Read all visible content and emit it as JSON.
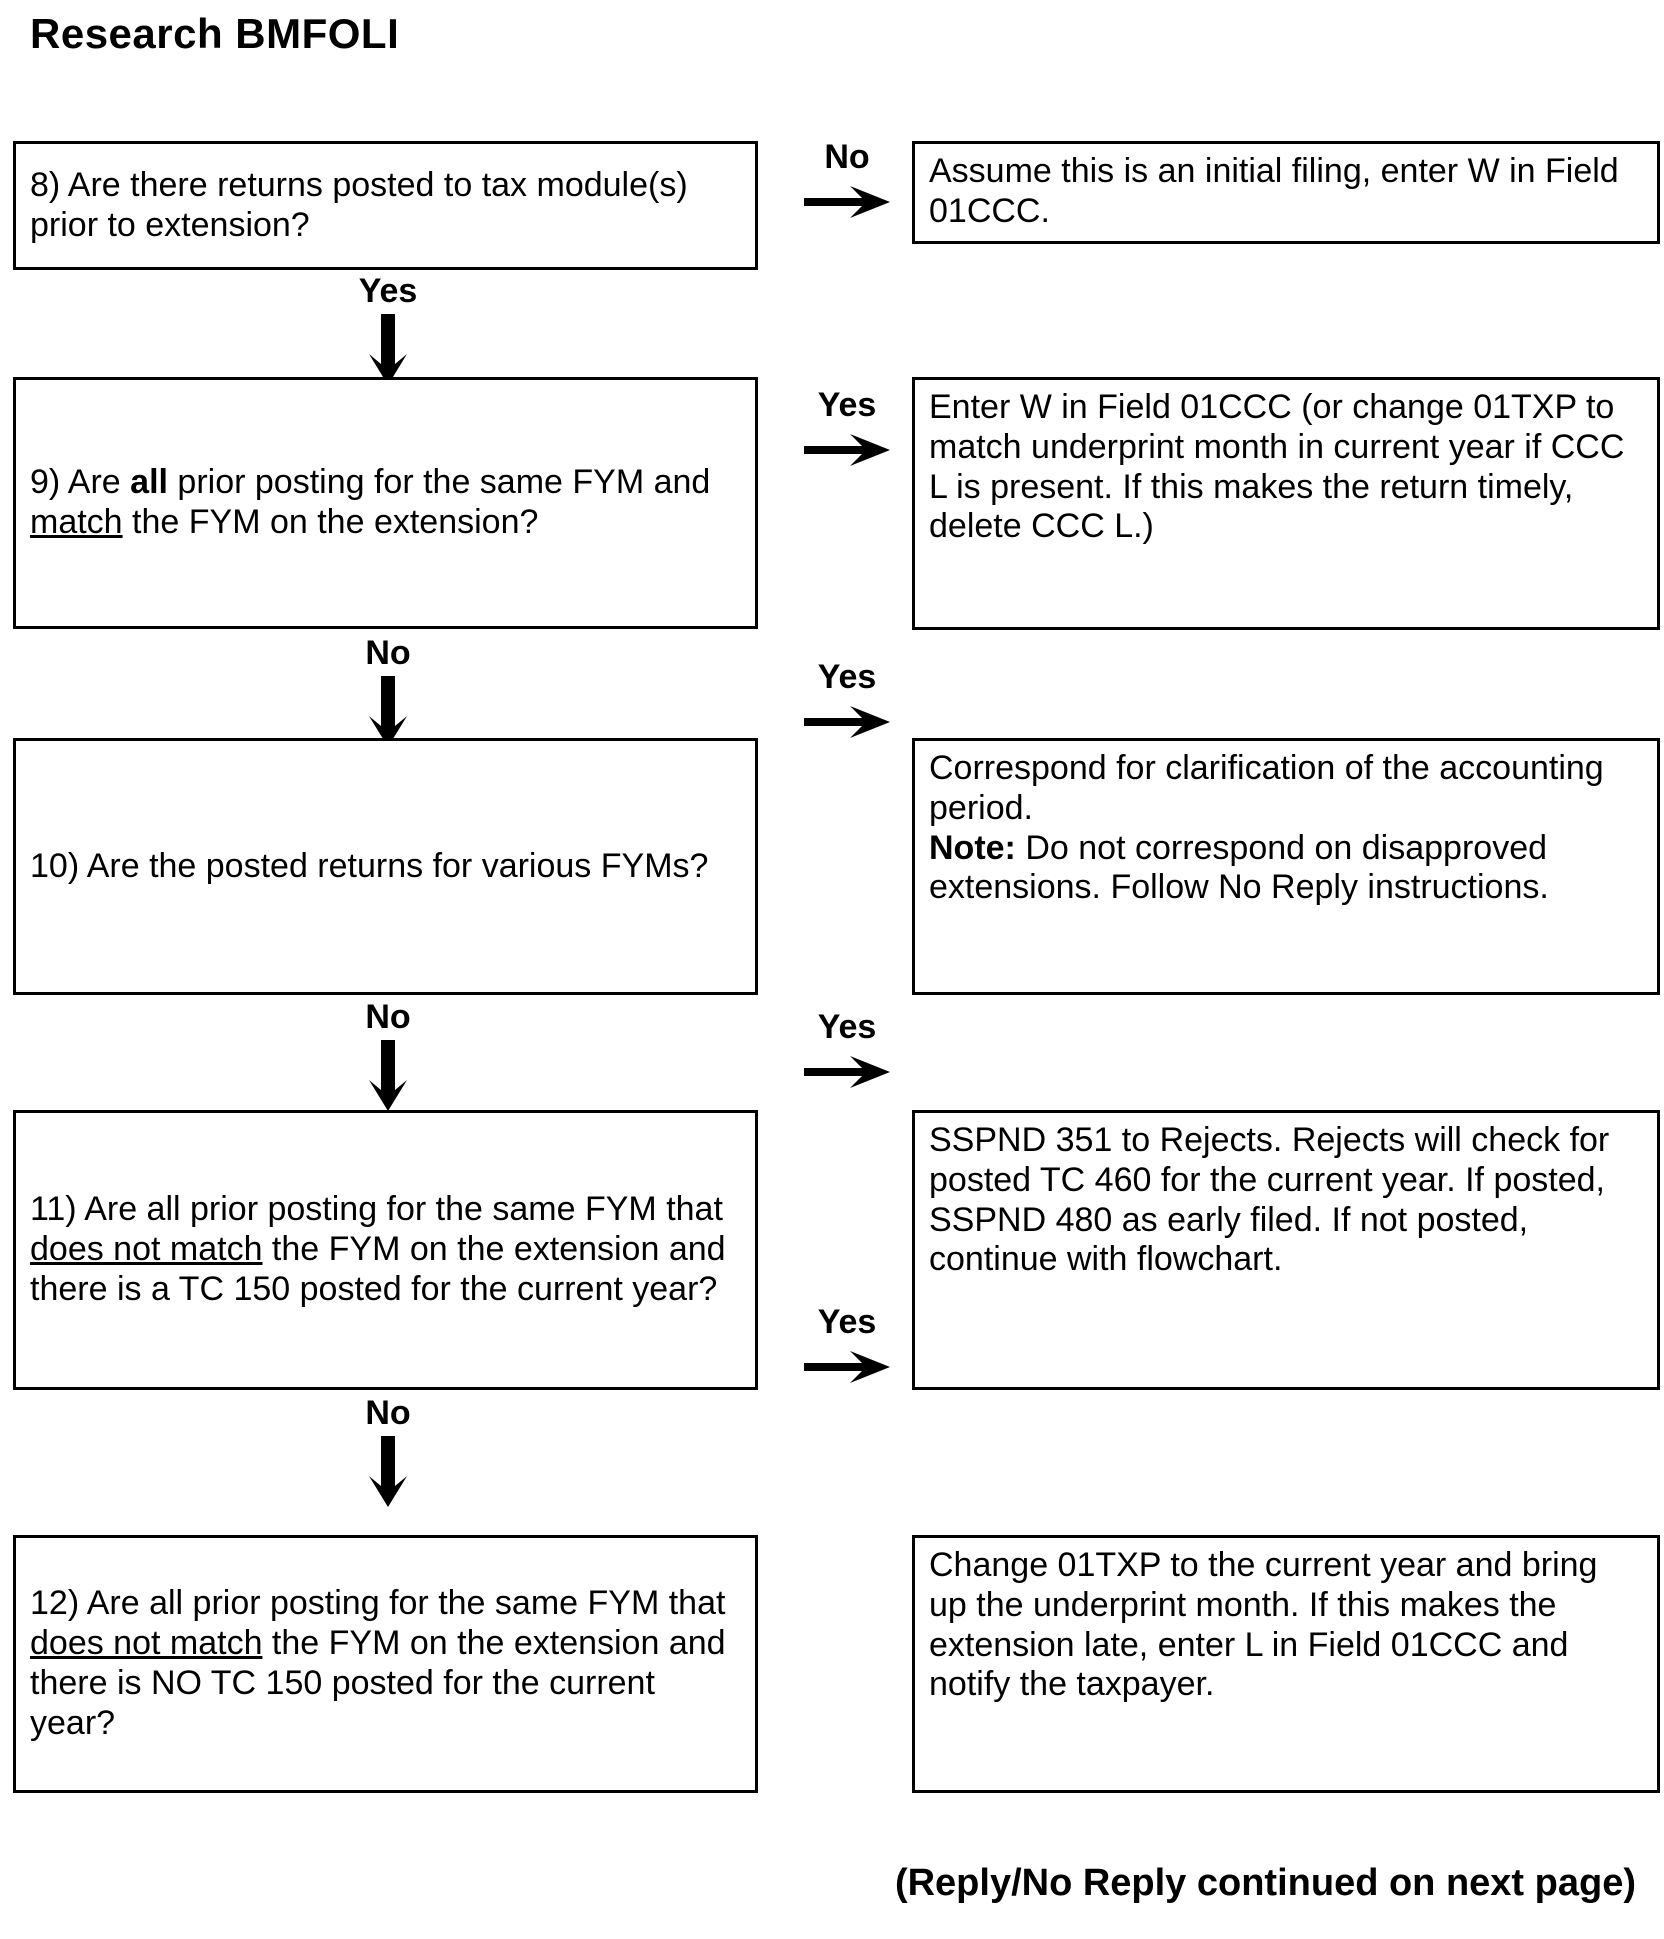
{
  "title": "Research BMFOLI",
  "footer": "(Reply/No Reply continued on next page)",
  "flow": {
    "steps": [
      {
        "id": "8",
        "question": "8) Are there returns posted to tax module(s) prior to extension?",
        "branch_label": "No",
        "action": "Assume this is an initial filing, enter W in Field 01CCC.",
        "next_label": "Yes"
      },
      {
        "id": "9",
        "question": "9) Are all prior posting for the same FYM and match the FYM on the extension?",
        "question_bold": "all",
        "question_underline": "match",
        "branch_label": "Yes",
        "action": "Enter W in Field 01CCC (or change 01TXP to match underprint month in current year if CCC L is present.  If this makes the return timely, delete CCC L.)",
        "next_label": "No"
      },
      {
        "id": "10",
        "question": "10) Are the posted returns for various FYMs?",
        "branch_label": "Yes",
        "action_line1": "Correspond for clarification of the accounting period.",
        "action_note_label": "Note:",
        "action_line2": "Do not correspond on disapproved extensions. Follow No Reply instructions.",
        "next_label": "No"
      },
      {
        "id": "11",
        "question": "11) Are all prior posting for the same FYM that does not match the FYM on the extension and there is a TC 150 posted for the current year?",
        "question_underline": "does not match",
        "branch_label": "Yes",
        "action": "SSPND 351 to Rejects. Rejects will check for posted TC 460 for the current year.  If posted, SSPND 480 as early filed.  If not posted, continue with flowchart.",
        "next_label": "No"
      },
      {
        "id": "12",
        "question": "12) Are all prior posting for the same FYM that does not match the FYM on the extension and there is NO TC 150 posted for the current year?",
        "question_underline": "does not match",
        "branch_label": "Yes",
        "action": "Change 01TXP to the current year and bring up the underprint month.  If this makes the extension late, enter L in Field 01CCC and notify the taxpayer."
      }
    ]
  },
  "colors": {
    "ink": "#000000",
    "paper": "#ffffff"
  }
}
